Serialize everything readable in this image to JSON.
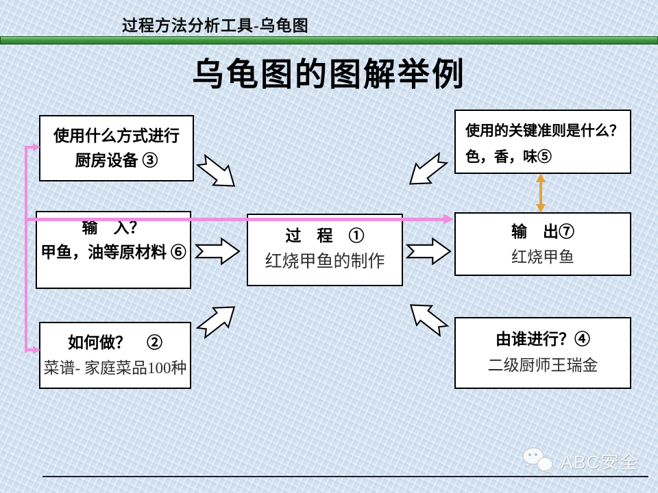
{
  "header": {
    "title": "过程方法分析工具-乌龟图"
  },
  "slide_title": "乌龟图的图解举例",
  "boxes": {
    "method": {
      "line1": "使用什么方式进行",
      "line2": "厨房设备 ③"
    },
    "criteria": {
      "line1": "使用的关键准则是什么？",
      "line2": "色，香，味⑤"
    },
    "input": {
      "line1": "输　入？",
      "line2": "甲鱼，油等原材料 ⑥"
    },
    "process": {
      "line1": "过　程　①",
      "line2": "红烧甲鱼的制作"
    },
    "output": {
      "line1": "输　出⑦",
      "line2": "红烧甲鱼"
    },
    "how": {
      "line1": "如何做？　②",
      "line2": "菜谱- 家庭菜品100种"
    },
    "who": {
      "line1": "由谁进行？④",
      "line2": "二级厨师王瑞金"
    }
  },
  "watermark": {
    "text": "ABC安全"
  },
  "colors": {
    "background": "#d3e2f1",
    "connector_pink": "#ee8fe0",
    "connector_orange": "#e3a13c",
    "bar_green": "#3f9a3f",
    "bar_green_dark": "#1c531c",
    "box_border": "#000000",
    "box_fill": "#ffffff"
  }
}
